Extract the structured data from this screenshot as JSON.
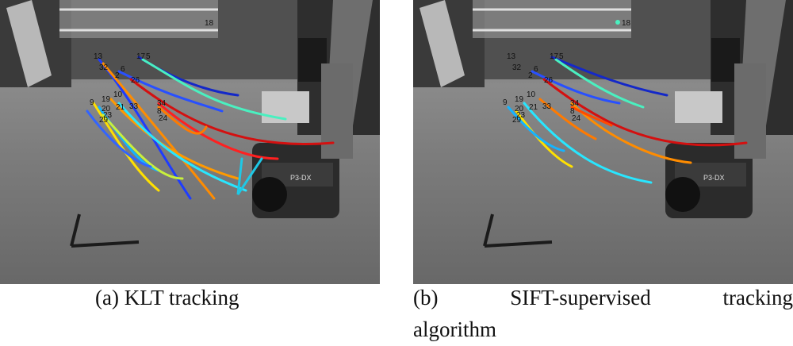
{
  "figure": {
    "panels": [
      {
        "id": "a",
        "caption_marker": "(a)",
        "caption_text": "KLT tracking",
        "track_labels": [
          "13",
          "17",
          "5",
          "6",
          "26",
          "32",
          "2",
          "9",
          "19",
          "10",
          "20",
          "21",
          "33",
          "34",
          "8",
          "24",
          "23",
          "29",
          "18"
        ]
      },
      {
        "id": "b",
        "caption_marker": "(b)",
        "caption_words": [
          "SIFT-supervised",
          "tracking"
        ],
        "caption_tail": "algorithm",
        "track_labels": [
          "13",
          "17",
          "5",
          "6",
          "26",
          "32",
          "2",
          "9",
          "19",
          "10",
          "20",
          "21",
          "33",
          "34",
          "8",
          "24",
          "23",
          "29",
          "18"
        ]
      }
    ],
    "robot_label": "P3-DX"
  }
}
